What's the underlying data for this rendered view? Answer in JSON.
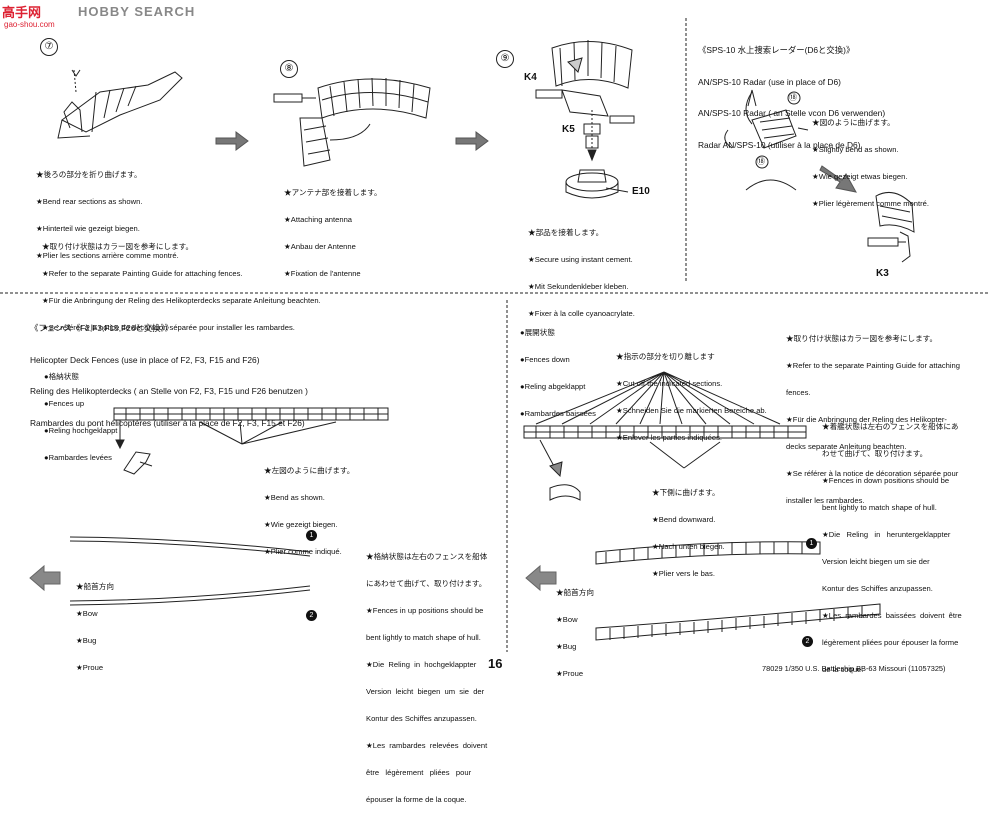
{
  "watermark": {
    "logo": "高手网",
    "site": "HOBBY SEARCH",
    "url": "gao-shou.com"
  },
  "steps": {
    "s7": {
      "number": "⑦",
      "notes": [
        "★後ろの部分を折り曲げます。",
        "★Bend rear sections as shown.",
        "★Hinterteil wie gezeigt biegen.",
        "★Plier les sections arrière comme montré."
      ]
    },
    "s8": {
      "number": "⑧",
      "notes": [
        "★アンテナ部を接着します。",
        "★Attaching antenna",
        "★Anbau der Antenne",
        "★Fixation de l'antenne"
      ]
    },
    "s9": {
      "number": "⑨",
      "labels": {
        "k4": "K4",
        "k5": "K5",
        "e10": "E10"
      },
      "notes": [
        "★部品を接着します。",
        "★Secure using instant cement.",
        "★Mit Sekundenkleber kleben.",
        "★Fixer à la colle cyanoacrylate."
      ]
    }
  },
  "fences_note": [
    "★取り付け状態はカラー図を参考にします。",
    "★Refer to the separate Painting Guide for attaching fences.",
    "★Für die Anbringung der Reling des Helikopterdecks separate Anleitung beachten.",
    "★Se référer à la notice de décoration séparée pour installer les rambardes."
  ],
  "radar": {
    "title": [
      "《SPS-10 水上捜索レーダー(D6と交換)》",
      "AN/SPS-10 Radar (use in place of D6)",
      "AN/SPS-10 Radar ( an Stelle vcon D6 verwenden)",
      "Radar AN/SPS-10 (utiliser à la place de D6)"
    ],
    "notes": [
      "★図のように曲げます。",
      "★Slightly bend as shown.",
      "★Wie gezeigt etwas biegen.",
      "★Plier légèrement comme montré."
    ],
    "part_label": "K3",
    "callout": "⑱"
  },
  "helo": {
    "title": [
      "《フェンス《F2,F3,F15,F26と交換》》",
      "Helicopter Deck Fences (use in place of F2, F3, F15 and F26)",
      "Reling des Helikopterdecks ( an Stelle von F2, F3, F15 und F26 benutzen )",
      "Rambardes du pont hélicoptères (utiliser à la place de F2, F3, F15 et F26)"
    ],
    "up_legend": [
      "●格納状態",
      "●Fences up",
      "●Reling hochgeklappt",
      "●Rambardes levées"
    ],
    "bend_notes": [
      "★左図のように曲げます。",
      "★Bend as shown.",
      "★Wie gezeigt biegen.",
      "★Plier comme indiqué."
    ],
    "hull_notes_up": [
      "★格納状態は左右のフェンスを船体",
      "にあわせて曲げて、取り付けます。",
      "★Fences in up positions should be",
      "bent lightly to match shape of hull.",
      "★Die  Reling  in  hochgeklappter",
      "Version  leicht  biegen  um  sie  der",
      "Kontur des Schiffes anzupassen.",
      "★Les  rambardes  relevées  doivent",
      "être   légèrement   pliées   pour",
      "épouser la forme de la coque."
    ],
    "down_legend": [
      "●展開状態",
      "●Fences down",
      "●Reling abgeklappt",
      "●Rambardes baissées"
    ],
    "cut_notes": [
      "★指示の部分を切り離します",
      "★Cut off the indicated sections.",
      "★Schneiden Sie die markierten Bereiche ab.",
      "★Enlever les parties indiquées."
    ],
    "paint_notes": [
      "★取り付け状態はカラー図を参考にします。",
      "★Refer to the separate Painting Guide for attaching",
      "fences.",
      "★Für die Anbringung der Reling des Helikopter-",
      "decks separate Anleitung beachten.",
      "★Se référer à la notice de décoration séparée pour",
      "installer les rambardes."
    ],
    "hull_notes_down": [
      "★着艦状態は左右のフェンスを船体にあ",
      "わせて曲げて、取り付けます。",
      "★Fences in down positions should be",
      "bent lightly to match shape of hull.",
      "★Die   Reling   in   heruntergeklappter",
      "Version leicht biegen um sie der",
      "Kontur des Schiffes anzupassen.",
      "★Les  rambardes  baissées  doivent  être",
      "légèrement pliées pour épouser la forme",
      "de la coque."
    ],
    "bend_down_notes": [
      "★下側に曲げます。",
      "★Bend downward.",
      "★Nach unten biegen.",
      "★Plier vers le bas."
    ],
    "bow_left": [
      "★船首方向",
      "★Bow",
      "★Bug",
      "★Proue"
    ],
    "bow_right": [
      "★船首方向",
      "★Bow",
      "★Bug",
      "★Proue"
    ],
    "markers": {
      "one": "1",
      "two": "2"
    }
  },
  "footer": {
    "page": "16",
    "product": "78029  1/350 U.S. Battleship BB-63 Missouri (11057325)"
  }
}
